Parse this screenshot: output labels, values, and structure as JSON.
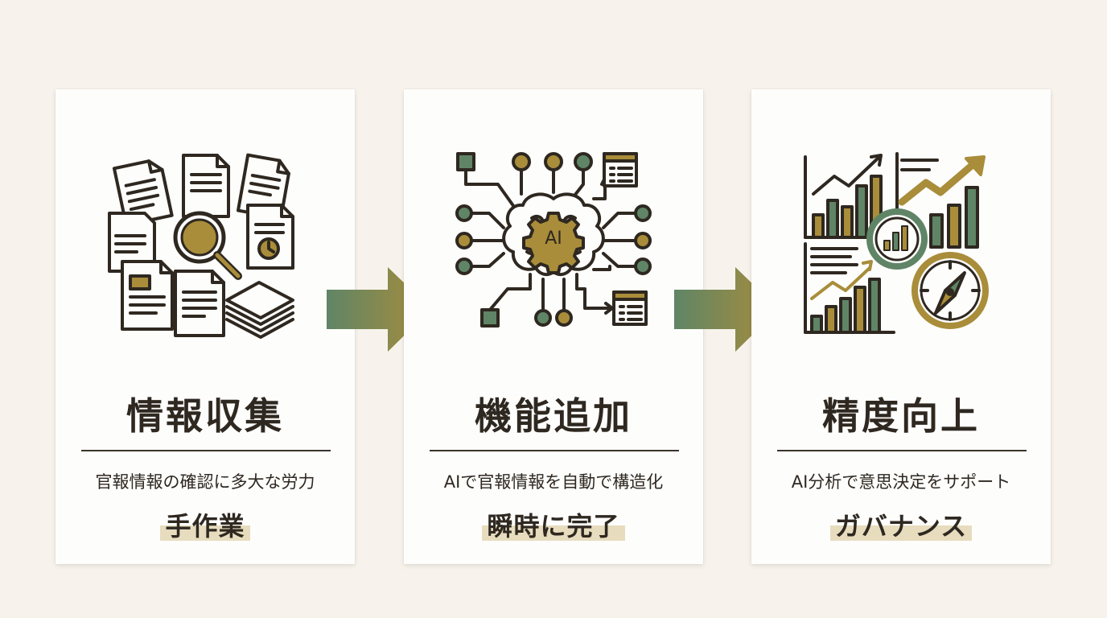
{
  "colors": {
    "background": "#f7f3ec",
    "card": "#fdfdfc",
    "ink": "#2e2820",
    "gold": "#a98d3a",
    "green": "#5f8566",
    "highlight": "#e7dcbe"
  },
  "steps": [
    {
      "title": "情報収集",
      "description": "官報情報の確認に多大な労力",
      "tag": "手作業",
      "icon": "documents-magnifier-icon"
    },
    {
      "title": "機能追加",
      "description": "AIで官報情報を自動で構造化",
      "tag": "瞬時に完了",
      "icon": "ai-brain-network-icon",
      "icon_label": "AI"
    },
    {
      "title": "精度向上",
      "description": "AI分析で意思決定をサポート",
      "tag": "ガバナンス",
      "icon": "charts-compass-icon"
    }
  ],
  "arrows": [
    "arrow-right-icon",
    "arrow-right-icon"
  ]
}
